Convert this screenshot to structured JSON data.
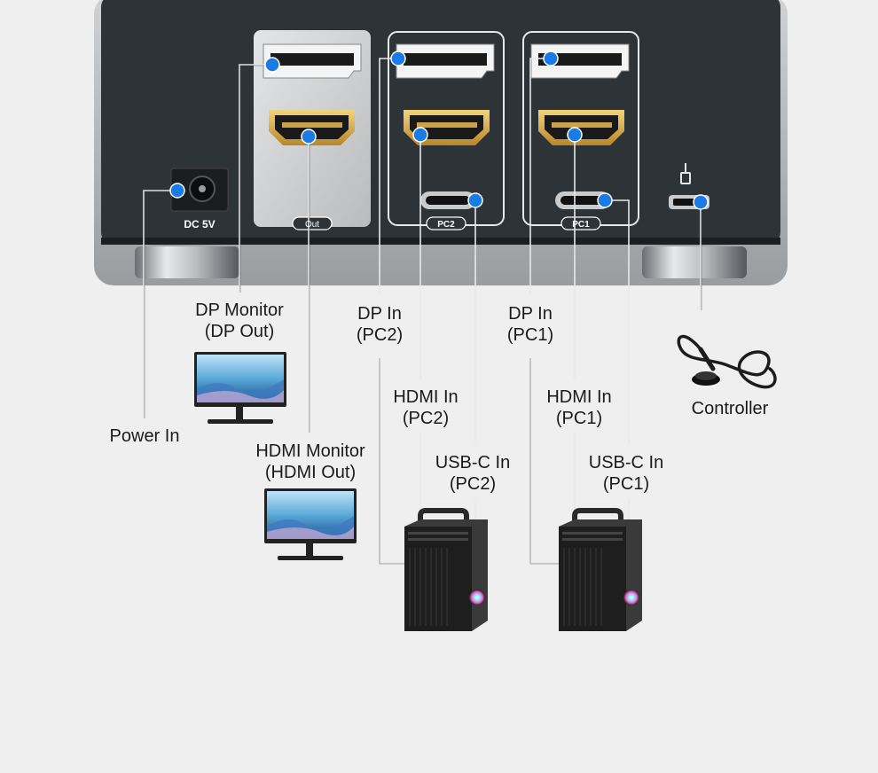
{
  "device": {
    "dc_label": "DC 5V",
    "panel_out": "Out",
    "panel_pc2": "PC2",
    "panel_pc1": "PC1"
  },
  "labels": {
    "power_in": "Power In",
    "dp_monitor": [
      "DP Monitor",
      "(DP Out)"
    ],
    "hdmi_monitor": [
      "HDMI Monitor",
      "(HDMI Out)"
    ],
    "dp_in_pc2": [
      "DP In",
      "(PC2)"
    ],
    "hdmi_in_pc2": [
      "HDMI In",
      "(PC2)"
    ],
    "usbc_in_pc2": [
      "USB-C In",
      "(PC2)"
    ],
    "dp_in_pc1": [
      "DP In",
      "(PC1)"
    ],
    "hdmi_in_pc1": [
      "HDMI In",
      "(PC1)"
    ],
    "usbc_in_pc1": [
      "USB-C In",
      "(PC1)"
    ],
    "controller": "Controller"
  },
  "colors": {
    "accent_dot": "#1a7be6",
    "panel_dark": "#2f343a",
    "out_panel": "#cfd1d3"
  }
}
